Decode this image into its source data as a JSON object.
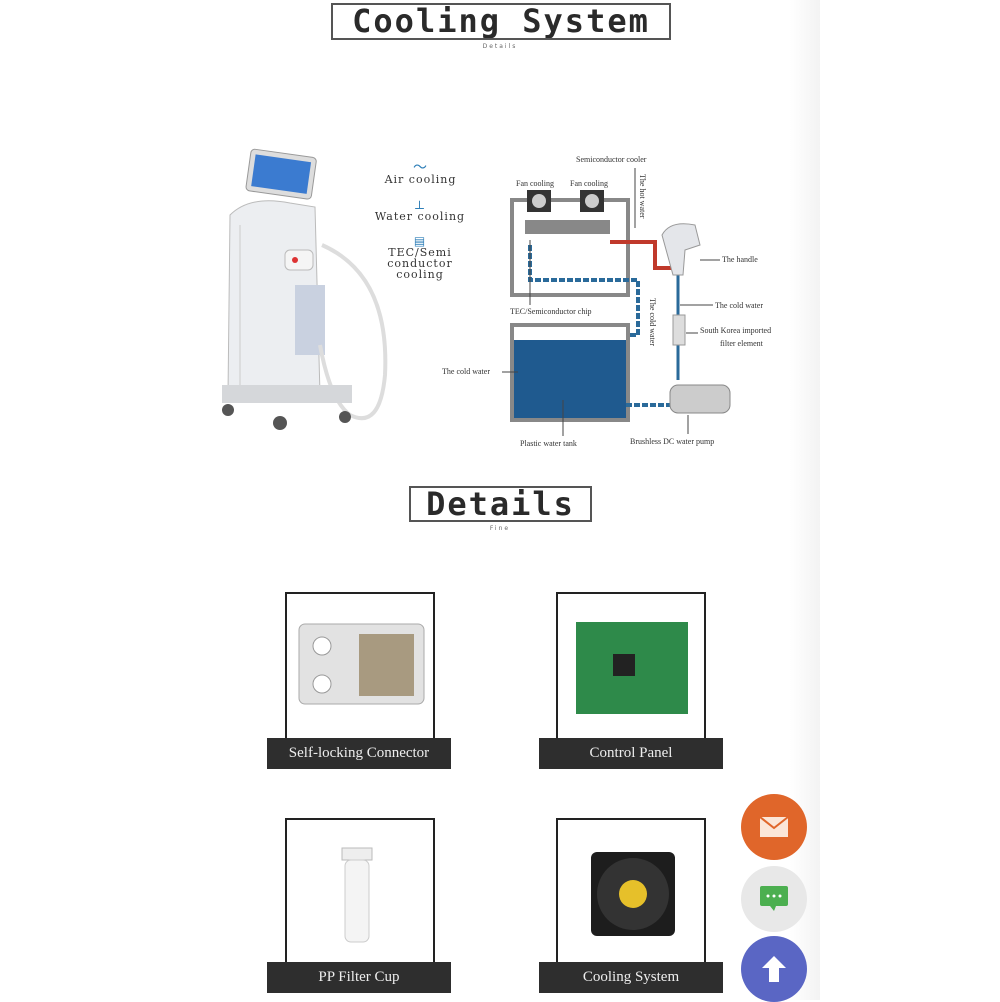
{
  "section1": {
    "title": "Cooling System",
    "subtitle": "Details"
  },
  "cooling_types": [
    {
      "icon": "wave-icon",
      "label": "Air cooling"
    },
    {
      "icon": "water-drop-icon",
      "label": "Water cooling"
    },
    {
      "icon": "tec-icon",
      "label": "TEC/Semi conductor cooling"
    }
  ],
  "diagram": {
    "semiconductor_cooler": "Semiconductor cooler",
    "fan1": "Fan cooling",
    "fan2": "Fan cooling",
    "hot_water": "The hot water",
    "handle": "The handle",
    "cold_water_right": "The cold water",
    "filter_line1": "South Korea imported",
    "filter_line2": "filter element",
    "tec_chip": "TEC/Semiconductor chip",
    "cold_water_vertical": "The cold water",
    "cold_water_tank": "The cold water",
    "tank": "Plastic water tank",
    "pump": "Brushless DC water pump"
  },
  "section2": {
    "title": "Details",
    "subtitle": "Fine"
  },
  "parts": [
    {
      "label": "Self-locking Connector"
    },
    {
      "label": "Control Panel"
    },
    {
      "label": "PP Filter Cup"
    },
    {
      "label": "Cooling System"
    }
  ],
  "colors": {
    "mail": "#e0662a",
    "chat": "#e8e8e8",
    "top": "#5a66c4",
    "water": "#1f5a8f",
    "hot": "#c0392b"
  }
}
